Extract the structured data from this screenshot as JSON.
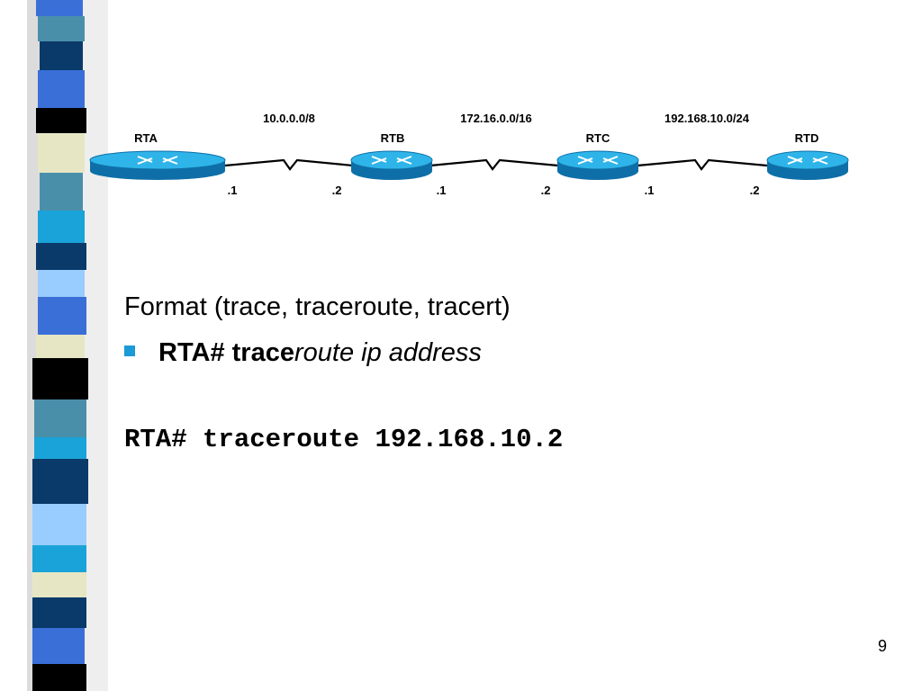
{
  "diagram": {
    "routers": [
      {
        "name": "RTA"
      },
      {
        "name": "RTB"
      },
      {
        "name": "RTC"
      },
      {
        "name": "RTD"
      }
    ],
    "networks": [
      {
        "label": "10.0.0.0/8",
        "left_host": ".1",
        "right_host": ".2"
      },
      {
        "label": "172.16.0.0/16",
        "left_host": ".1",
        "right_host": ".2"
      },
      {
        "label": "192.168.10.0/24",
        "left_host": ".1",
        "right_host": ".2"
      }
    ],
    "router_icon": "router-icon",
    "link_icon": "serial-link-icon",
    "router_color": "#1aa3d9"
  },
  "content": {
    "format_line": "Format (trace, traceroute, tracert)",
    "bullet": {
      "prompt": "RTA# trace",
      "rest": "route ip address"
    },
    "command": "RTA# traceroute 192.168.10.2"
  },
  "footer": {
    "page_number": "9"
  }
}
